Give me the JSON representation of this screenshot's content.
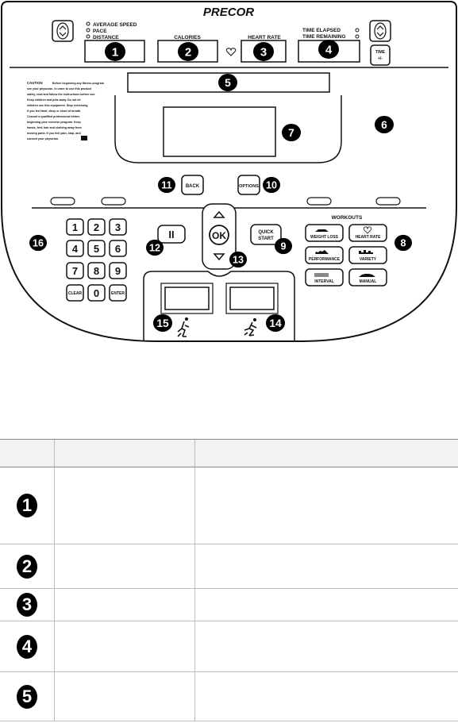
{
  "brand": "PRECOR",
  "indicators_left": [
    "AVERAGE SPEED",
    "PACE",
    "DISTANCE"
  ],
  "indicators_right": [
    "TIME ELAPSED",
    "TIME REMAINING"
  ],
  "window_labels": {
    "calories": "CALORIES",
    "heart_rate": "HEART RATE"
  },
  "time_key": [
    "TIME",
    "+/-"
  ],
  "warning": {
    "tag": "CAUTION",
    "lines": [
      "Before beginning any fitness program",
      "see your physician. In order to use this product",
      "safely, read and follow the instructions before use.",
      "Keep children and pets away. Do not let",
      "children use this equipment. Stop exercising",
      "if you feel faint, dizzy or short of breath.",
      "Consult a qualified professional before",
      "beginning your exercise program. Keep",
      "hands, feet, hair and clothing away from",
      "moving parts. If you feel pain, stop, and",
      "consult your physician."
    ]
  },
  "buttons": {
    "back": "BACK",
    "options": "OPTIONS",
    "ok": "OK",
    "quick_start": [
      "QUICK",
      "START"
    ],
    "pause": "II",
    "clear": "CLEAR",
    "enter": "ENTER"
  },
  "keypad": [
    "1",
    "2",
    "3",
    "4",
    "5",
    "6",
    "7",
    "8",
    "9",
    "0"
  ],
  "workouts": {
    "title": "WORKOUTS",
    "items": [
      "WEIGHT LOSS",
      "HEART RATE",
      "PERFORMANCE",
      "VARIETY",
      "INTERVAL",
      "MANUAL"
    ]
  },
  "callouts": [
    "1",
    "2",
    "3",
    "4",
    "5",
    "6",
    "7",
    "8",
    "9",
    "10",
    "11",
    "12",
    "13",
    "14",
    "15",
    "16"
  ],
  "legend_rows": [
    "1",
    "2",
    "3",
    "4",
    "5"
  ]
}
